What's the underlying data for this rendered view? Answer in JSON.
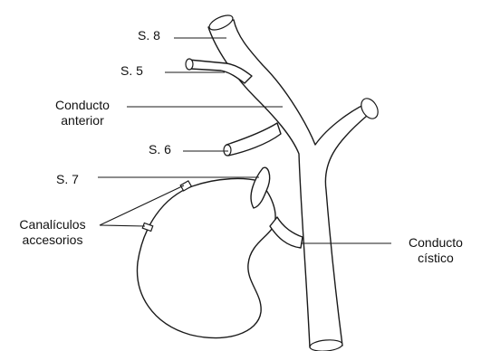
{
  "labels": {
    "s8": "S. 8",
    "s5": "S. 5",
    "conducto_anterior_1": "Conducto",
    "conducto_anterior_2": "anterior",
    "s6": "S. 6",
    "s7": "S. 7",
    "canaliculos_1": "Canalículos",
    "canaliculos_2": "accesorios",
    "conducto_cistico_1": "Conducto",
    "conducto_cistico_2": "cístico"
  }
}
